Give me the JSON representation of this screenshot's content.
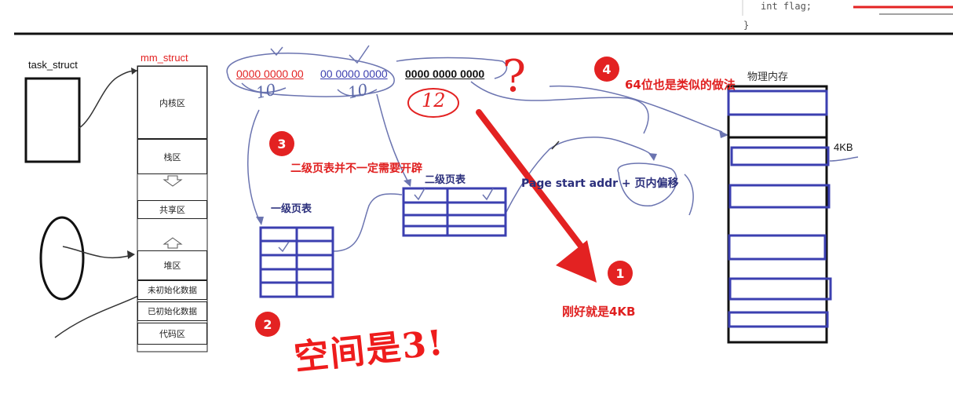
{
  "top_code": {
    "line1": "int flag;",
    "line2": "}"
  },
  "task_struct": {
    "label": "task_struct"
  },
  "mm_struct": {
    "label": "mm_struct",
    "regions": [
      "内核区",
      "栈区",
      "共享区",
      "堆区",
      "未初始化数据",
      "已初始化数据",
      "代码区"
    ]
  },
  "address_bits": {
    "part1": "0000 0000 00",
    "part2": "00 0000 0000",
    "part3": "0000 0000 0000",
    "count1": "10",
    "count2": "10",
    "count3": "12",
    "question": "?"
  },
  "page_tables": {
    "level1_label": "一级页表",
    "level2_label": "二级页表",
    "formula": "Page start addr + 页内偏移"
  },
  "physical_memory": {
    "label": "物理内存",
    "page_size": "4KB"
  },
  "notes": {
    "n1": {
      "num": "1",
      "text": "刚好就是4KB"
    },
    "n2": {
      "num": "2",
      "text": "空间是3!"
    },
    "n3": {
      "num": "3",
      "text": "二级页表并不一定需要开辟"
    },
    "n4": {
      "num": "4",
      "text": "64位也是类似的做法"
    }
  },
  "colors": {
    "annotation_red": "#e32222",
    "table_blue": "#3b3fb0",
    "ink_blue": "#5b68a8"
  }
}
